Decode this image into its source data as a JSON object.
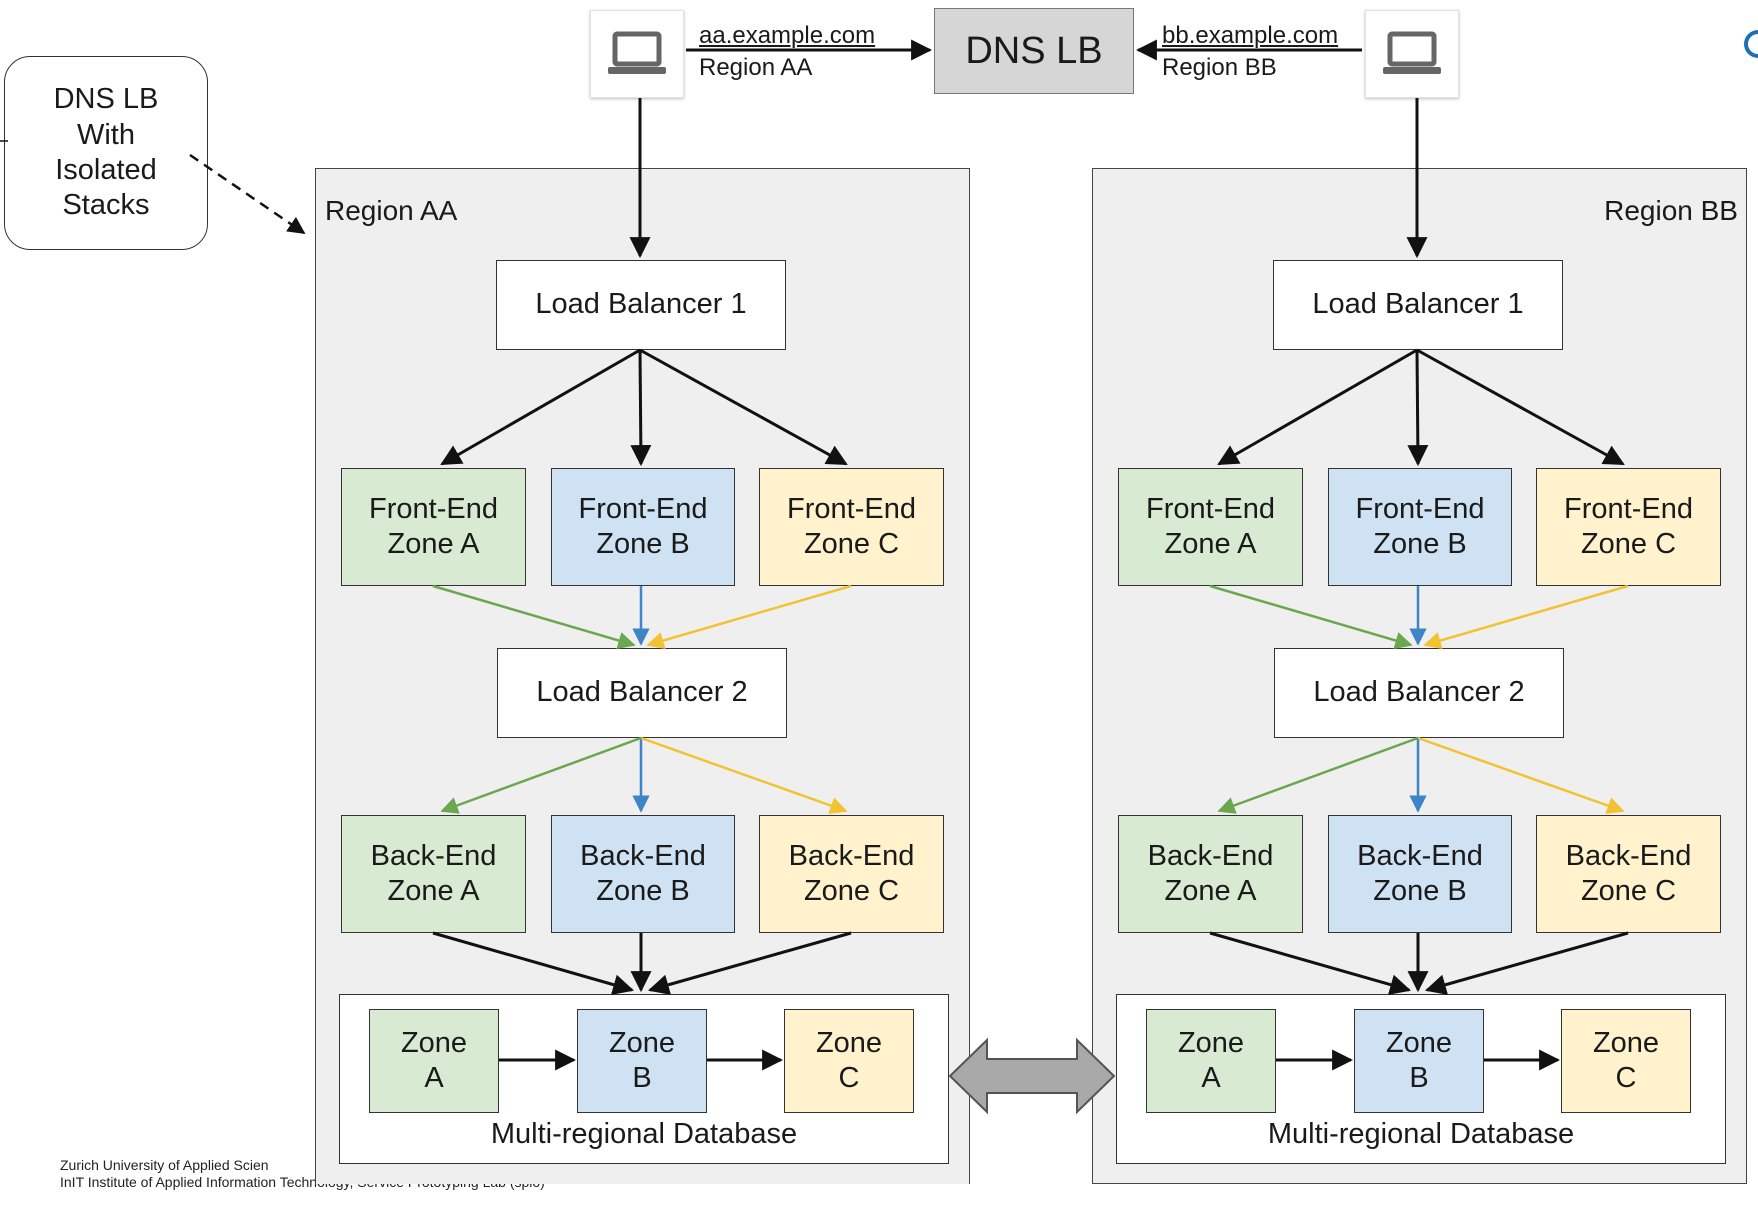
{
  "dns": {
    "lb_label": "DNS LB",
    "left_client": {
      "icon": "laptop-icon",
      "hostname": "aa.example.com",
      "region": "Region AA"
    },
    "right_client": {
      "icon": "laptop-icon",
      "hostname": "bb.example.com",
      "region": "Region BB"
    }
  },
  "callout": {
    "text": "DNS LB\nWith\nIsolated\nStacks"
  },
  "regions": [
    {
      "label": "Region AA",
      "lb1": "Load Balancer 1",
      "lb2": "Load Balancer 2",
      "frontends": [
        "Front-End\nZone A",
        "Front-End\nZone B",
        "Front-End\nZone C"
      ],
      "backends": [
        "Back-End\nZone A",
        "Back-End\nZone B",
        "Back-End\nZone C"
      ],
      "db_zones": [
        "Zone\nA",
        "Zone\nB",
        "Zone\nC"
      ],
      "db_label": "Multi-regional Database"
    },
    {
      "label": "Region BB",
      "lb1": "Load Balancer 1",
      "lb2": "Load Balancer 2",
      "frontends": [
        "Front-End\nZone A",
        "Front-End\nZone B",
        "Front-End\nZone C"
      ],
      "backends": [
        "Back-End\nZone A",
        "Back-End\nZone B",
        "Back-End\nZone C"
      ],
      "db_zones": [
        "Zone\nA",
        "Zone\nB",
        "Zone\nC"
      ],
      "db_label": "Multi-regional Database"
    }
  ],
  "zone_colors": {
    "A": "#d9ead3",
    "B": "#cfe2f3",
    "C": "#fff2cc"
  },
  "arrow_colors": {
    "A": "#6aa84f",
    "B": "#3d85c6",
    "C": "#f1c232"
  },
  "footer": {
    "line1": "Zurich University of Applied Scien",
    "line2": "InIT Institute of  Applied Information Technology, Service Prototyping Lab (splo)"
  }
}
